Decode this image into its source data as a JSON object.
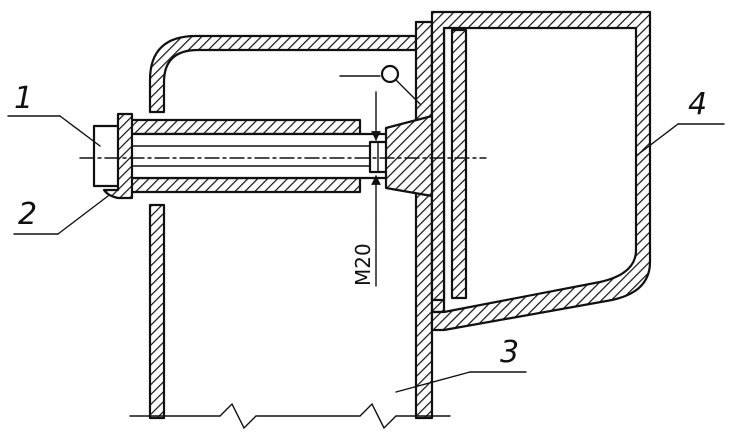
{
  "figure": {
    "callouts": [
      {
        "id": "1",
        "label": "1"
      },
      {
        "id": "2",
        "label": "2"
      },
      {
        "id": "3",
        "label": "3"
      },
      {
        "id": "4",
        "label": "4"
      }
    ],
    "thread_dimension": "M20"
  }
}
